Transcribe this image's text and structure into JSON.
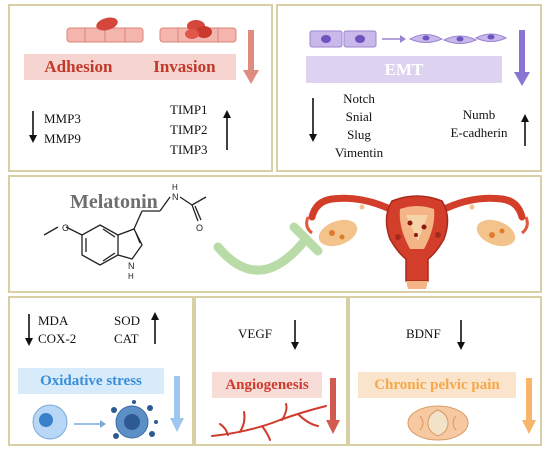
{
  "adhesion_panel": {
    "adhesion_label": "Adhesion",
    "invasion_label": "Invasion",
    "down_markers": [
      "MMP3",
      "MMP9"
    ],
    "up_markers": [
      "TIMP1",
      "TIMP2",
      "TIMP3"
    ]
  },
  "emt_panel": {
    "emt_label": "EMT",
    "down_markers": [
      "Notch",
      "Snial",
      "Slug",
      "Vimentin"
    ],
    "up_markers": [
      "Numb",
      "E-cadherin"
    ]
  },
  "center_panel": {
    "melatonin_label": "Melatonin"
  },
  "oxidative_panel": {
    "down_markers": [
      "MDA",
      "COX-2"
    ],
    "up_markers": [
      "SOD",
      "CAT"
    ],
    "label": "Oxidative stress"
  },
  "angiogenesis_panel": {
    "marker": "VEGF",
    "label": "Angiogenesis"
  },
  "pain_panel": {
    "marker": "BDNF",
    "label": "Chronic pelvic pain"
  },
  "colors": {
    "border": "#d9cfa6",
    "adhesion_red": "#c0392b",
    "adhesion_bg": "#f6d4cf",
    "emt_purple": "#7b68c8",
    "emt_bg": "#ddd3f0",
    "oxidative_blue": "#3a8ed8",
    "oxidative_bg": "#d7ebfb",
    "angio_red": "#cf3a2c",
    "angio_bg": "#f8dcd8",
    "pain_orange": "#f5a84a",
    "pain_bg": "#fbe4cc"
  }
}
